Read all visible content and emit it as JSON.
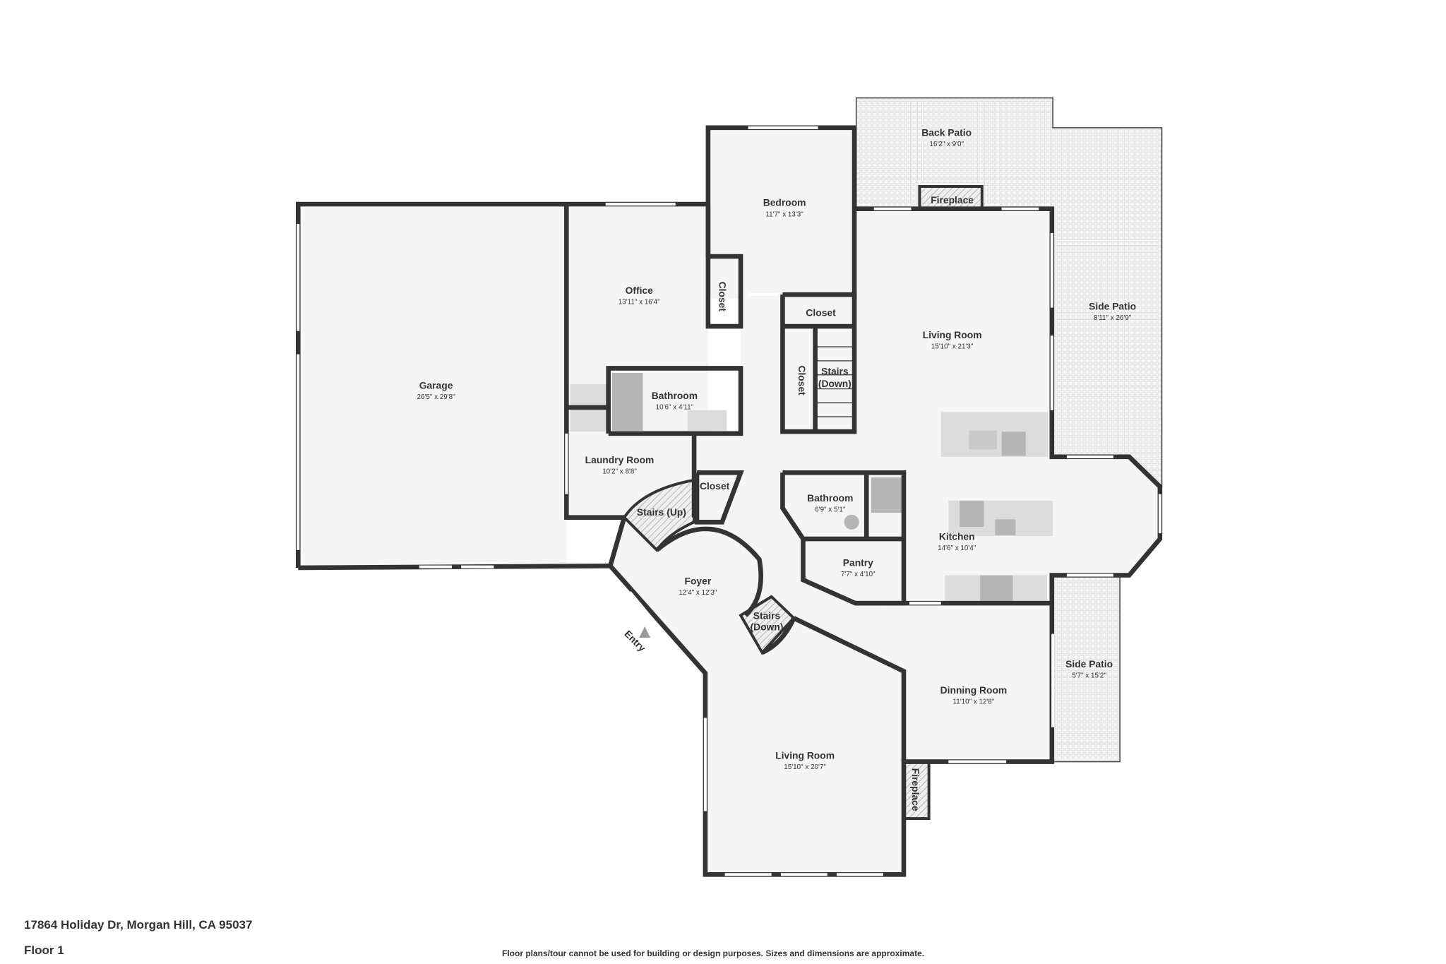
{
  "address": "17864 Holiday Dr, Morgan Hill, CA 95037",
  "floor_label": "Floor 1",
  "disclaimer": "Floor plans/tour cannot be used for building or design purposes. Sizes and dimensions are approximate.",
  "entry_label": "Entry",
  "colors": {
    "wall": "#333333",
    "floor": "#f5f5f5",
    "patio": "#eeeeee",
    "fixture": "#dcdcdc"
  },
  "rooms": [
    {
      "name": "Back Patio",
      "dims": "16'2\" x 9'0\""
    },
    {
      "name": "Bedroom",
      "dims": "11'7\" x 13'3\""
    },
    {
      "name": "Fireplace"
    },
    {
      "name": "Side Patio",
      "dims": "8'11\" x 26'9\""
    },
    {
      "name": "Office",
      "dims": "13'11\" x 16'4\""
    },
    {
      "name": "Closet"
    },
    {
      "name": "Closet"
    },
    {
      "name": "Living Room",
      "dims": "15'10\" x 21'3\""
    },
    {
      "name": "Garage",
      "dims": "26'5\" x 29'8\""
    },
    {
      "name": "Stairs",
      "name2": "(Down)"
    },
    {
      "name": "Closet"
    },
    {
      "name": "Bathroom",
      "dims": "10'6\" x 4'11\""
    },
    {
      "name": "Laundry Room",
      "dims": "10'2\" x 8'8\""
    },
    {
      "name": "Closet"
    },
    {
      "name": "Bathroom",
      "dims": "6'9\" x 5'1\""
    },
    {
      "name": "Stairs (Up)"
    },
    {
      "name": "Kitchen",
      "dims": "14'6\" x 10'4\""
    },
    {
      "name": "Pantry",
      "dims": "7'7\" x 4'10\""
    },
    {
      "name": "Foyer",
      "dims": "12'4\" x 12'3\""
    },
    {
      "name": "Stairs",
      "name2": "(Down)"
    },
    {
      "name": "Side Patio",
      "dims": "5'7\" x 15'2\""
    },
    {
      "name": "Dinning Room",
      "dims": "11'10\" x 12'8\""
    },
    {
      "name": "Living Room",
      "dims": "15'10\" x 20'7\""
    },
    {
      "name": "Fireplace"
    }
  ]
}
